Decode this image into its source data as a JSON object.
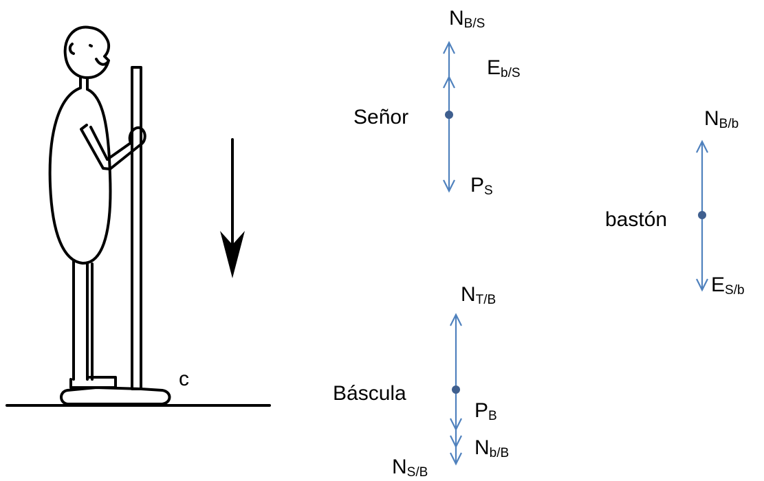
{
  "colors": {
    "vector": "#4f81bd",
    "point": "#3f5f8f",
    "drawing": "#000000"
  },
  "figure": {
    "point_label": "c"
  },
  "bodies": {
    "senor": {
      "name": "Señor",
      "forces": [
        {
          "sym": "N",
          "sub": "B/S"
        },
        {
          "sym": "E",
          "sub": "b/S"
        },
        {
          "sym": "P",
          "sub": "S"
        }
      ]
    },
    "baston": {
      "name": "bastón",
      "forces": [
        {
          "sym": "N",
          "sub": "B/b"
        },
        {
          "sym": "E",
          "sub": "S/b"
        }
      ]
    },
    "bascula": {
      "name": "Báscula",
      "forces": [
        {
          "sym": "N",
          "sub": "T/B"
        },
        {
          "sym": "P",
          "sub": "B"
        },
        {
          "sym": "N",
          "sub": "b/B"
        },
        {
          "sym": "N",
          "sub": "S/B"
        }
      ]
    }
  }
}
